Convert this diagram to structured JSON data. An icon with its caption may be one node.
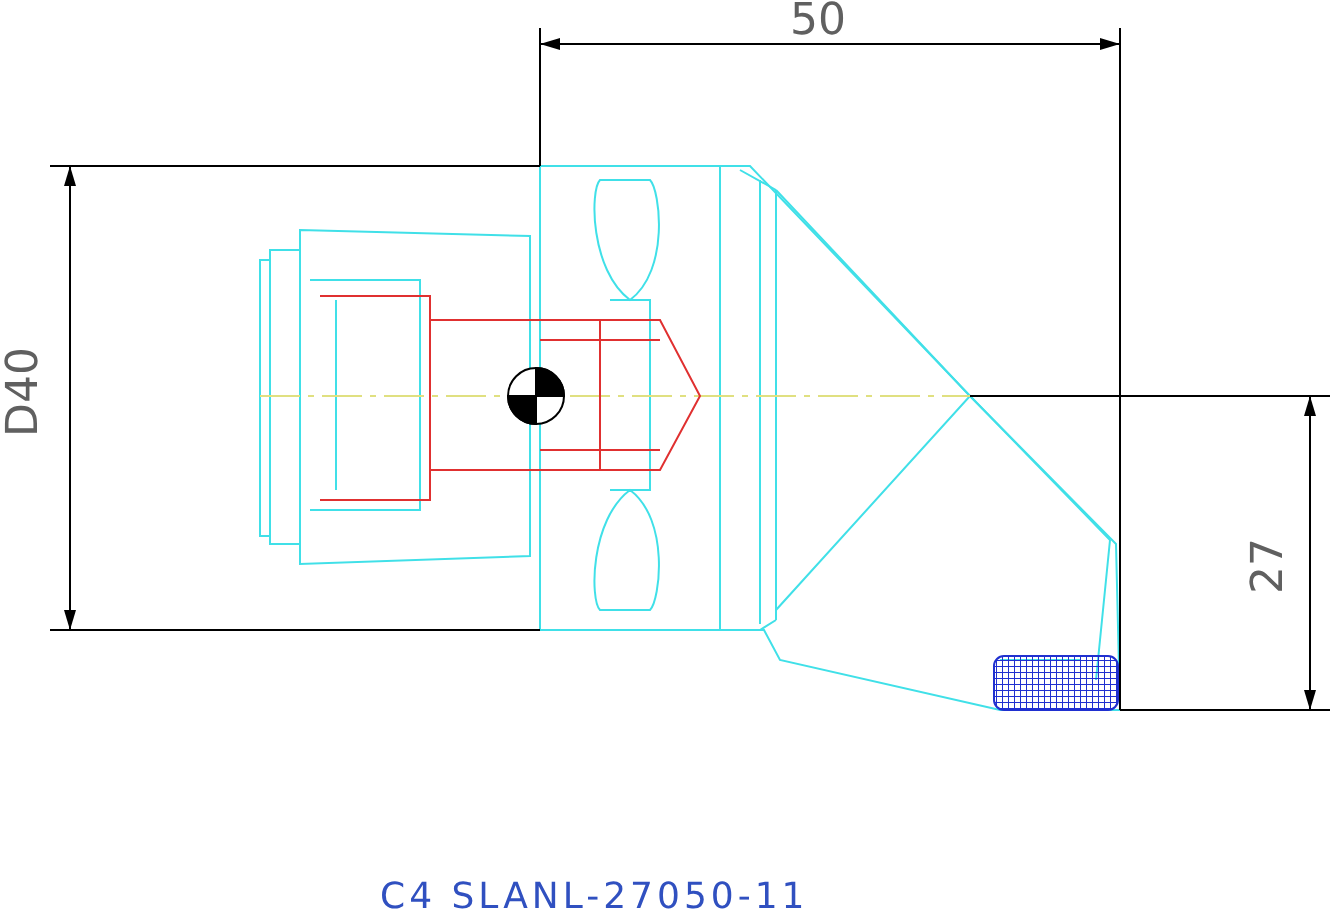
{
  "diagram": {
    "labels": [
      "50",
      "D40",
      "27",
      "C4 SLANL-27050-11"
    ]
  }
}
